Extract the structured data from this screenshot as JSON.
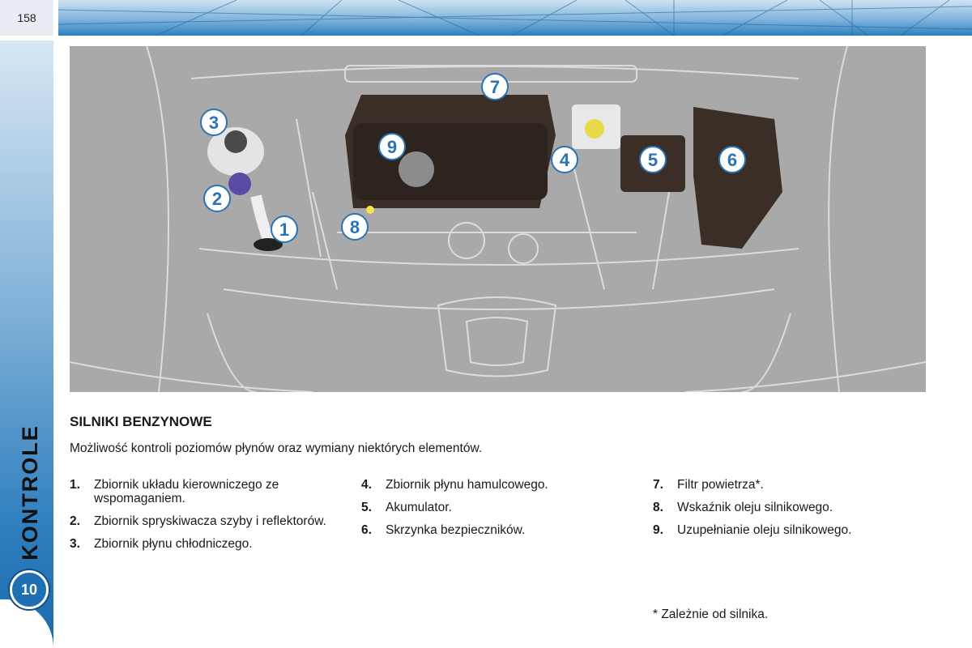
{
  "page": {
    "number": "158"
  },
  "chapter": {
    "label": "KONTROLE",
    "number": "10"
  },
  "figure": {
    "callouts": [
      "1",
      "2",
      "3",
      "4",
      "5",
      "6",
      "7",
      "8",
      "9"
    ],
    "colors": {
      "background": "#a9a9a9",
      "line": "#dcdcdc",
      "component_dark": "#3a2e27",
      "callout_fill": "#ffffff",
      "callout_text": "#2a74b5",
      "callout_border": "#2a74b5"
    }
  },
  "content": {
    "heading": "SILNIKI BENZYNOWE",
    "intro": "Możliwość kontroli poziomów płynów oraz wymiany niektórych elementów.",
    "columns": [
      [
        {
          "num": "1.",
          "text": "Zbiornik układu kierowniczego ze wspomaganiem."
        },
        {
          "num": "2.",
          "text": "Zbiornik spryskiwacza szyby i reflektorów."
        },
        {
          "num": "3.",
          "text": "Zbiornik płynu chłodniczego."
        }
      ],
      [
        {
          "num": "4.",
          "text": "Zbiornik płynu hamulcowego."
        },
        {
          "num": "5.",
          "text": "Akumulator."
        },
        {
          "num": "6.",
          "text": "Skrzynka bezpieczników."
        }
      ],
      [
        {
          "num": "7.",
          "text": "Filtr powietrza*."
        },
        {
          "num": "8.",
          "text": "Wskaźnik oleju silnikowego."
        },
        {
          "num": "9.",
          "text": "Uzupełnianie oleju silnikowego."
        }
      ]
    ],
    "footnote": "* Zależnie od silnika."
  }
}
